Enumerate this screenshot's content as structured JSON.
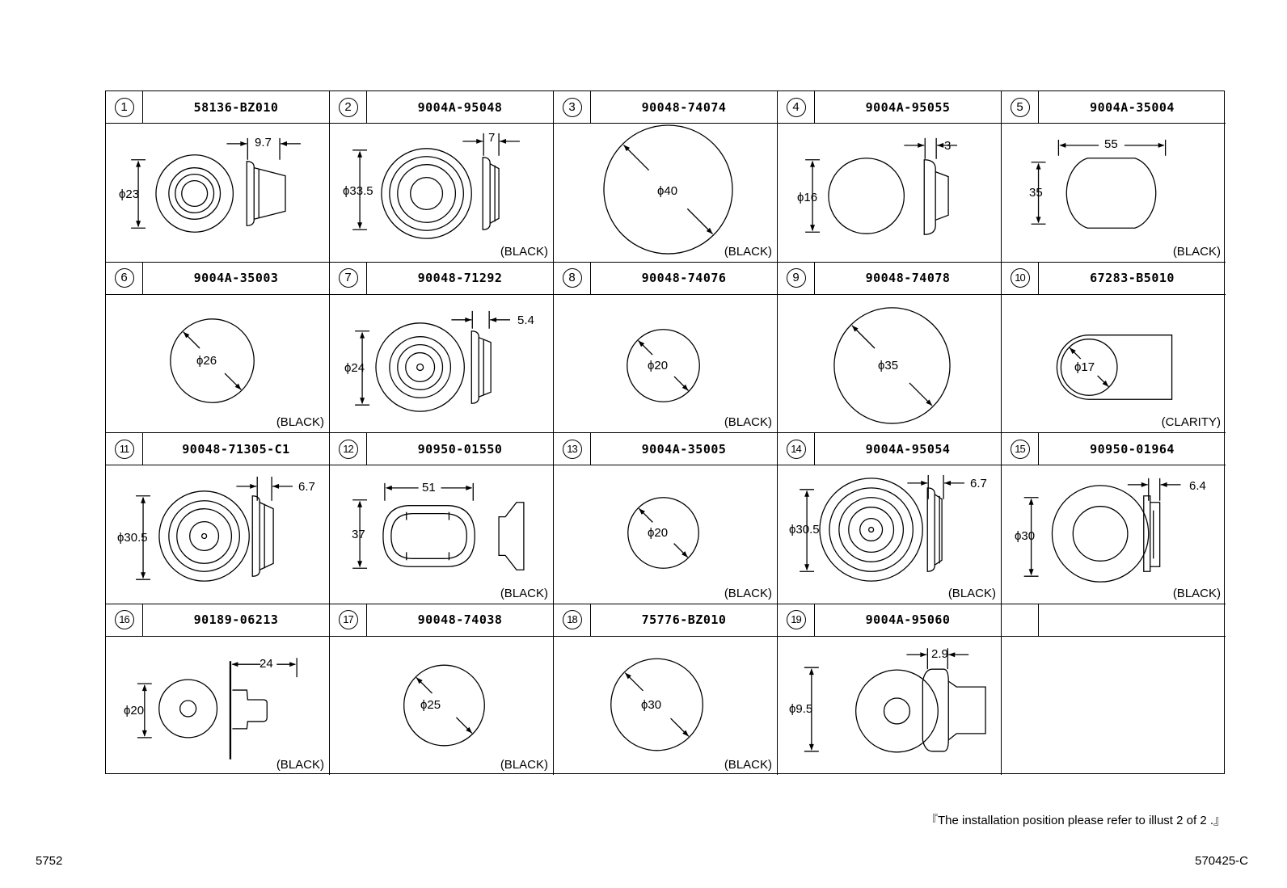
{
  "parts": [
    {
      "num": "1",
      "part_no": "58136-BZ010",
      "dims": [
        "ϕ23",
        "9.7"
      ],
      "color": "",
      "icon": "grommet-stepped-with-side-profile"
    },
    {
      "num": "2",
      "part_no": "9004A-95048",
      "dims": [
        "ϕ33.5",
        "7"
      ],
      "color": "(BLACK)",
      "icon": "grommet-stepped-with-side-profile"
    },
    {
      "num": "3",
      "part_no": "90048-74074",
      "dims": [
        "ϕ40"
      ],
      "color": "(BLACK)",
      "icon": "disc-plug"
    },
    {
      "num": "4",
      "part_no": "9004A-95055",
      "dims": [
        "ϕ16",
        "3"
      ],
      "color": "",
      "icon": "disc-plug-with-side-profile"
    },
    {
      "num": "5",
      "part_no": "9004A-35004",
      "dims": [
        "55",
        "35"
      ],
      "color": "(BLACK)",
      "icon": "oval-plug"
    },
    {
      "num": "6",
      "part_no": "9004A-35003",
      "dims": [
        "ϕ26"
      ],
      "color": "(BLACK)",
      "icon": "disc-plug"
    },
    {
      "num": "7",
      "part_no": "90048-71292",
      "dims": [
        "ϕ24",
        "5.4"
      ],
      "color": "",
      "icon": "grommet-stepped-with-side-profile"
    },
    {
      "num": "8",
      "part_no": "90048-74076",
      "dims": [
        "ϕ20"
      ],
      "color": "(BLACK)",
      "icon": "disc-plug"
    },
    {
      "num": "9",
      "part_no": "90048-74078",
      "dims": [
        "ϕ35"
      ],
      "color": "",
      "icon": "disc-plug"
    },
    {
      "num": "10",
      "part_no": "67283-B5010",
      "dims": [
        "ϕ17"
      ],
      "color": "(CLARITY)",
      "icon": "tab-seal"
    },
    {
      "num": "11",
      "part_no": "90048-71305-C1",
      "dims": [
        "ϕ30.5",
        "6.7"
      ],
      "color": "",
      "icon": "grommet-stepped-with-side-profile"
    },
    {
      "num": "12",
      "part_no": "90950-01550",
      "dims": [
        "51",
        "37"
      ],
      "color": "(BLACK)",
      "icon": "oval-clip-plug"
    },
    {
      "num": "13",
      "part_no": "9004A-35005",
      "dims": [
        "ϕ20"
      ],
      "color": "(BLACK)",
      "icon": "disc-plug"
    },
    {
      "num": "14",
      "part_no": "9004A-95054",
      "dims": [
        "ϕ30.5",
        "6.7"
      ],
      "color": "(BLACK)",
      "icon": "grommet-stepped-with-side-profile"
    },
    {
      "num": "15",
      "part_no": "90950-01964",
      "dims": [
        "ϕ30",
        "6.4"
      ],
      "color": "(BLACK)",
      "icon": "ring-plug-with-side-profile"
    },
    {
      "num": "16",
      "part_no": "90189-06213",
      "dims": [
        "ϕ20",
        "24"
      ],
      "color": "(BLACK)",
      "icon": "push-clip"
    },
    {
      "num": "17",
      "part_no": "90048-74038",
      "dims": [
        "ϕ25"
      ],
      "color": "(BLACK)",
      "icon": "disc-plug"
    },
    {
      "num": "18",
      "part_no": "75776-BZ010",
      "dims": [
        "ϕ30"
      ],
      "color": "(BLACK)",
      "icon": "disc-plug"
    },
    {
      "num": "19",
      "part_no": "9004A-95060",
      "dims": [
        "ϕ9.5",
        "2.9"
      ],
      "color": "",
      "icon": "ring-grommet-with-side-profile"
    },
    {
      "num": "",
      "part_no": "",
      "dims": [],
      "color": "",
      "icon": ""
    }
  ],
  "footer_note": "『The installation position please refer to illust 2 of 2 .』",
  "page_code": "5752",
  "diagram_code": "570425-C"
}
